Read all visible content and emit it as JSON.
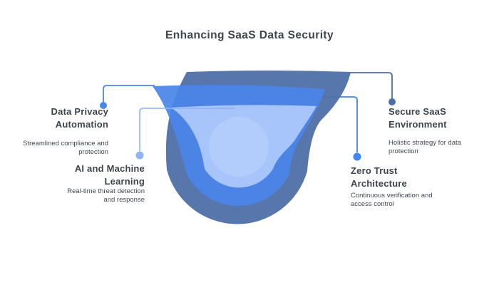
{
  "title": "Enhancing SaaS Data Security",
  "labels": {
    "data_privacy": {
      "heading": "Data Privacy Automation",
      "description": "Streamlined compliance and protection"
    },
    "ai_ml": {
      "heading": "AI and Machine Learning",
      "description": "Real-time threat detection and response"
    },
    "secure_saas": {
      "heading": "Secure SaaS Environment",
      "description": "Holistic strategy for data protection"
    },
    "zero_trust": {
      "heading": "Zero Trust Architecture",
      "description": "Continuous verification and access control"
    }
  },
  "colors": {
    "layer_dark": "#4e6fa6",
    "layer_mid": "#4a85e8",
    "layer_light": "#a7c5fa",
    "layer_core": "#bdd4fc",
    "connector_bright": "#4a86e8",
    "connector_light": "#8fb3f6",
    "connector_dark": "#4c6da6",
    "dot_bright": "#4285f4",
    "heading_text": "#3e444c",
    "body_text": "#42484f"
  }
}
